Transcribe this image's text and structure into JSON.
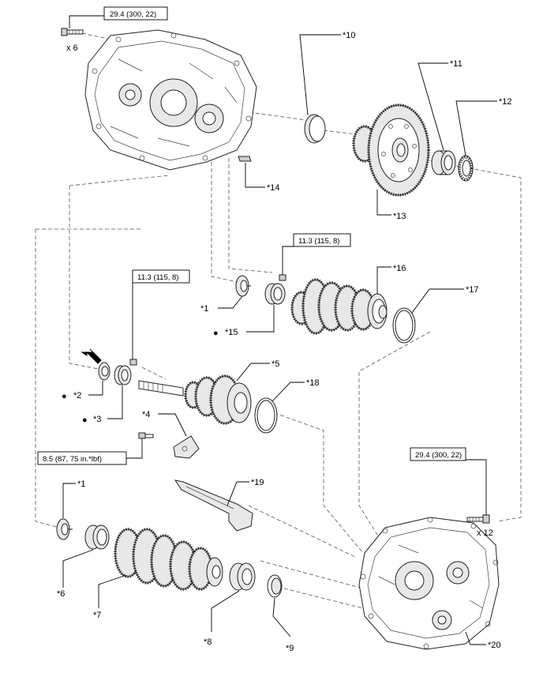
{
  "torque_specs": [
    {
      "id": "t1",
      "text": "29.4 (300, 22)"
    },
    {
      "id": "t2",
      "text": "11.3 (115, 8)"
    },
    {
      "id": "t3",
      "text": "11.3 (115, 8)"
    },
    {
      "id": "t4",
      "text": "8.5 (87, 75 in.*lbf)"
    },
    {
      "id": "t5",
      "text": "29.4 (300, 22)"
    }
  ],
  "quantities": {
    "top_bolts": "x 6",
    "bottom_bolts": "x 12"
  },
  "callouts": {
    "c1a": "*1",
    "c1b": "*1",
    "c2": "*2",
    "c3": "*3",
    "c4": "*4",
    "c5": "*5",
    "c6": "*6",
    "c7": "*7",
    "c8": "*8",
    "c9": "*9",
    "c10": "*10",
    "c11": "*11",
    "c12": "*12",
    "c13": "*13",
    "c14": "*14",
    "c15": "*15",
    "c16": "*16",
    "c17": "*17",
    "c18": "*18",
    "c19": "*19",
    "c20": "*20"
  },
  "markers": {
    "m2": "●",
    "m3": "●",
    "m15": "●"
  }
}
